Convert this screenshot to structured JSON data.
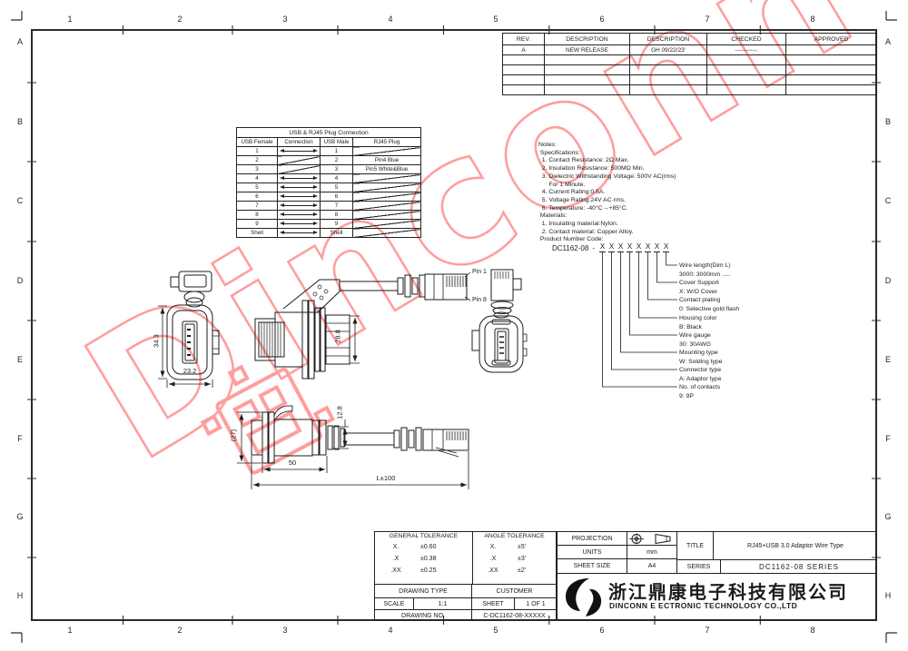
{
  "frame": {
    "cols": [
      "1",
      "2",
      "3",
      "4",
      "5",
      "6",
      "7",
      "8"
    ],
    "rows": [
      "A",
      "B",
      "C",
      "D",
      "E",
      "F",
      "G",
      "H"
    ]
  },
  "revision_table": {
    "headers": [
      "REV.",
      "DESCRIPTION",
      "DESCRIPTION",
      "CHECKED",
      "APPROVED"
    ],
    "row_a": {
      "rev": "A",
      "description": "NEW RELEASE",
      "date": "GH 09/22/23'",
      "checked": "-------~--.",
      "approved": ""
    }
  },
  "connection_table": {
    "title": "USB & RJ45 Plug Connection",
    "headers": [
      "USB Female",
      "Connection",
      "USB Male",
      "RJ45 Plug"
    ],
    "rows": [
      {
        "female": "1",
        "conn": "arrow",
        "male": "1",
        "rj45": "slash",
        "rj45_text": ""
      },
      {
        "female": "2",
        "conn": "slash",
        "male": "2",
        "rj45": "text",
        "rj45_text": "Pin4 Blue"
      },
      {
        "female": "3",
        "conn": "slash",
        "male": "3",
        "rj45": "text",
        "rj45_text": "Pin5 White&Blue"
      },
      {
        "female": "4",
        "conn": "arrow",
        "male": "4",
        "rj45": "slash",
        "rj45_text": ""
      },
      {
        "female": "5",
        "conn": "arrow",
        "male": "5",
        "rj45": "slash",
        "rj45_text": ""
      },
      {
        "female": "6",
        "conn": "arrow",
        "male": "6",
        "rj45": "slash",
        "rj45_text": ""
      },
      {
        "female": "7",
        "conn": "arrow",
        "male": "7",
        "rj45": "slash",
        "rj45_text": ""
      },
      {
        "female": "8",
        "conn": "arrow",
        "male": "8",
        "rj45": "slash",
        "rj45_text": ""
      },
      {
        "female": "9",
        "conn": "arrow",
        "male": "9",
        "rj45": "slash",
        "rj45_text": ""
      },
      {
        "female": "Shell",
        "conn": "arrow",
        "male": "Shell",
        "rj45": "slash",
        "rj45_text": ""
      }
    ]
  },
  "notes": {
    "lines": [
      "Notes:",
      " Specifications:",
      "  1. Contact Resistance: 2Ω Max.",
      "  2. Insulation Resistance: 500MΩ Min.",
      "  3. Dielectric Withstanding Voltage: 500V AC(rms)",
      "      For 1 Minute.",
      "  4. Current Rating:0.5A.",
      "  5. Voltage Rating:24V AC·rms.",
      "  6. Temperature: -40°C→+85°C.",
      " Materials:",
      "  1. Insulating material:Nylon.",
      "  2. Contact material: Copper Alloy.",
      " Product Number Code:"
    ]
  },
  "product_code": {
    "prefix": "DC1162-08",
    "separator": "-",
    "xs": [
      "X",
      "X",
      "X",
      "X",
      "X",
      "X",
      "X",
      "X"
    ],
    "callouts": [
      {
        "l1": "Wire length(Dim L)",
        "l2": "3000: 3000mm ....."
      },
      {
        "l1": "Cover Support",
        "l2": "X: W/O Cover"
      },
      {
        "l1": "Contact plating",
        "l2": "0: Selective gold flash"
      },
      {
        "l1": "Housing color",
        "l2": "B: Black"
      },
      {
        "l1": "Wire gauge",
        "l2": "30: 30AWG"
      },
      {
        "l1": "Mounting type",
        "l2": "W: Solding type"
      },
      {
        "l1": "Connector type",
        "l2": "A: Adaptor type"
      },
      {
        "l1": "No. of contacts",
        "l2": "9: 9P"
      }
    ]
  },
  "dimensions": {
    "front_height": "34.3",
    "front_width": "23.2",
    "side_height": "28.8",
    "pin_top": "Pin 1",
    "pin_bottom": "Pin 8",
    "panel_height": "(27)",
    "plug_height": "12.8",
    "mount_length": "50",
    "total_length": "L±100"
  },
  "title_block": {
    "general_tolerance": {
      "title": "GENERAL TOLERANCE",
      "rows": [
        [
          "X.",
          "±0.60"
        ],
        [
          ".X",
          "±0.38"
        ],
        [
          ".XX",
          "±0.25"
        ]
      ]
    },
    "angle_tolerance": {
      "title": "ANGLE TOLERANCE",
      "rows": [
        [
          "X.",
          "±5'"
        ],
        [
          ".X",
          "±3'"
        ],
        [
          ".XX",
          "±2'"
        ]
      ]
    },
    "drawing_type_label": "DRAWING TYPE",
    "customer_label": "CUSTOMER",
    "scale_label": "SCALE",
    "scale_value": "1:1",
    "sheet_label": "SHEET",
    "sheet_value": "1 OF 1",
    "drawing_no_label": "DRAWING NO.",
    "drawing_no_value": "C-DC1162-08-XXXXX",
    "projection_label": "PROJECTION",
    "units_label": "UNITS",
    "units_value": "mm",
    "sheet_size_label": "SHEET SIZE",
    "sheet_size_value": "A4",
    "title_label": "TITLE",
    "title_value": "RJ45+USB 3.0 Adaptor Wire Type",
    "series_label": "SERIES",
    "series_value": "DC1162-08 SERIES"
  },
  "company": {
    "name_cn": "浙江鼎康电子科技有限公司",
    "name_en": "DINCONN E ECTRONIC TECHNOLOGY CO.,LTD"
  },
  "watermark": {
    "text": "Dinconn",
    "color": "#ff6b6b"
  }
}
